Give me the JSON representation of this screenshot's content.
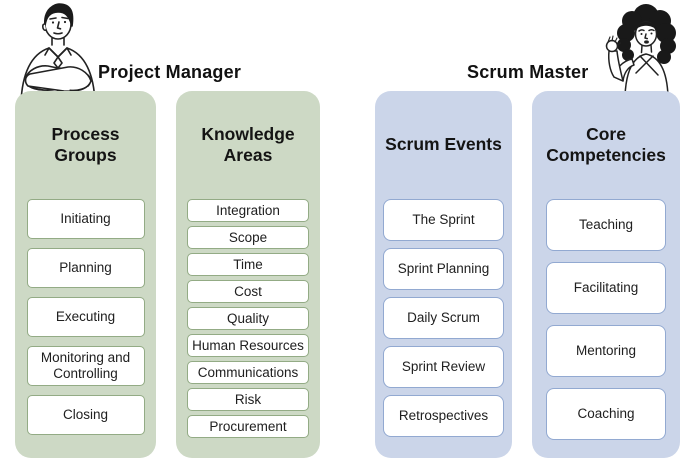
{
  "roles": [
    {
      "title": "Project Manager",
      "figure": "man-with-crossed-arms",
      "columns": [
        {
          "header": "Process Groups",
          "items": [
            "Initiating",
            "Planning",
            "Executing",
            "Monitoring and Controlling",
            "Closing"
          ]
        },
        {
          "header": "Knowledge Areas",
          "items": [
            "Integration",
            "Scope",
            "Time",
            "Cost",
            "Quality",
            "Human Resources",
            "Communications",
            "Risk",
            "Procurement"
          ]
        }
      ]
    },
    {
      "title": "Scrum Master",
      "figure": "woman-raising-hand",
      "columns": [
        {
          "header": "Scrum Events",
          "items": [
            "The Sprint",
            "Sprint Planning",
            "Daily Scrum",
            "Sprint Review",
            "Retrospectives"
          ]
        },
        {
          "header": "Core Competencies",
          "items": [
            "Teaching",
            "Facilitating",
            "Mentoring",
            "Coaching"
          ]
        }
      ]
    }
  ],
  "palette": {
    "pm_panel_fill": "#cdd9c5",
    "pm_item_border": "#93ab85",
    "sm_panel_fill": "#cbd5e9",
    "sm_item_border": "#92a9d1",
    "item_fill": "#ffffff",
    "text": "#1b1b1b"
  }
}
